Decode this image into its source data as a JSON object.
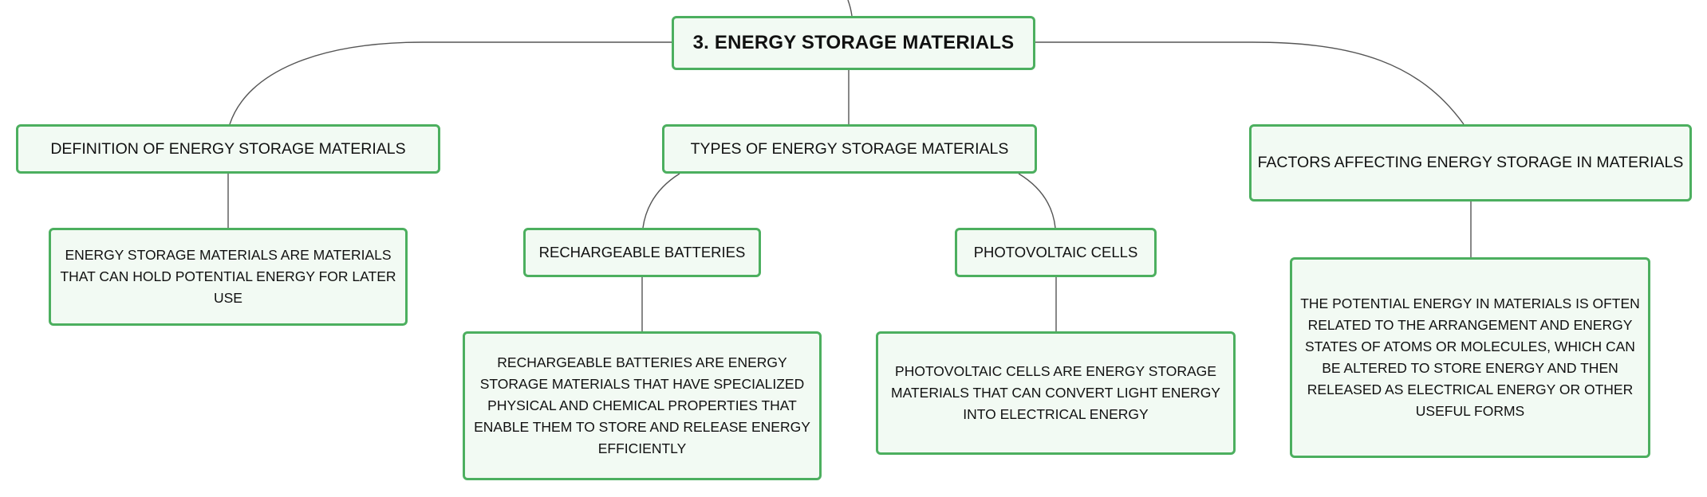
{
  "root": {
    "label": "3. ENERGY STORAGE MATERIALS"
  },
  "topics": {
    "definition": {
      "label": "DEFINITION OF ENERGY STORAGE MATERIALS",
      "detail": "ENERGY STORAGE MATERIALS ARE MATERIALS THAT CAN HOLD POTENTIAL ENERGY FOR LATER USE"
    },
    "types": {
      "label": "TYPES OF ENERGY STORAGE MATERIALS",
      "children": {
        "batteries": {
          "label": "RECHARGEABLE BATTERIES",
          "detail": "RECHARGEABLE BATTERIES ARE ENERGY STORAGE MATERIALS THAT HAVE SPECIALIZED PHYSICAL AND CHEMICAL PROPERTIES THAT ENABLE THEM TO STORE AND RELEASE ENERGY EFFICIENTLY"
        },
        "photovoltaic": {
          "label": "PHOTOVOLTAIC CELLS",
          "detail": "PHOTOVOLTAIC CELLS ARE ENERGY STORAGE MATERIALS THAT CAN CONVERT LIGHT ENERGY INTO ELECTRICAL ENERGY"
        }
      }
    },
    "factors": {
      "label": "FACTORS AFFECTING ENERGY STORAGE IN MATERIALS",
      "detail": "THE POTENTIAL ENERGY IN MATERIALS IS OFTEN RELATED TO THE ARRANGEMENT AND ENERGY STATES OF ATOMS OR MOLECULES, WHICH CAN BE ALTERED TO STORE ENERGY AND THEN RELEASED AS ELECTRICAL ENERGY OR OTHER USEFUL FORMS"
    }
  },
  "colors": {
    "node_border": "#4caf5f",
    "node_fill": "#f2faf3",
    "connector": "#555555",
    "text": "#111111"
  }
}
